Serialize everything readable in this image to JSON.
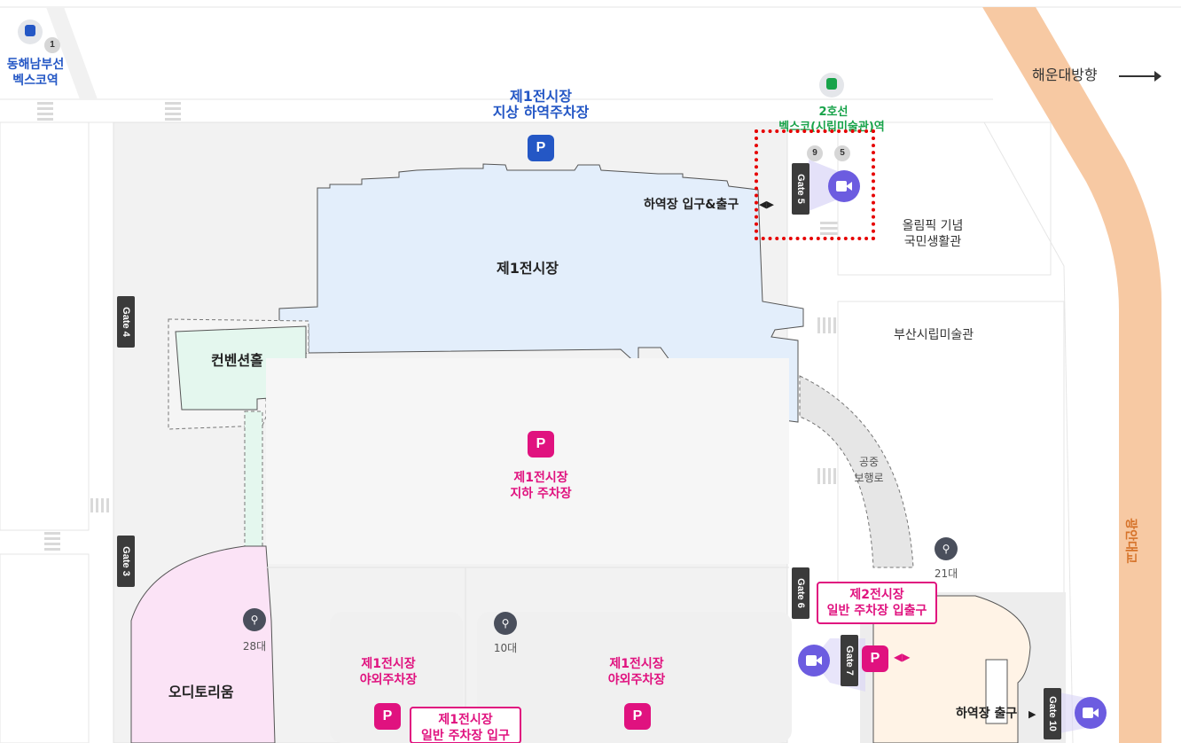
{
  "labels": {
    "station_1": "동해남부선\n벡스코역",
    "station_1_num": "1",
    "station_2_line": "2호선",
    "station_2_name": "벡스코(시립미술관)역",
    "station_2_num_a": "9",
    "station_2_num_b": "5",
    "direction": "해운대방향",
    "road": "광안대교",
    "parking_ground": "제1전시장\n지상 하역주차장",
    "hall1": "제1전시장",
    "convention": "컨벤션홀",
    "olympic": "올림픽 기념\n국민생활관",
    "museum": "부산시립미술관",
    "walkway": "공중\n보행로",
    "parking_underground": "제1전시장\n지하 주차장",
    "loading_entry": "하역장 입구&출구",
    "loading_exit": "하역장 출구",
    "hall2_parking_entry": "제2전시장\n일반 주차장 입출구",
    "outdoor_parking_a": "제1전시장\n야외주차장",
    "outdoor_parking_b": "제1전시장\n야외주차장",
    "general_parking_entry": "제1전시장\n일반 주차장 입구",
    "auditorium": "오디토리움",
    "bike_28": "28대",
    "bike_10": "10대",
    "bike_21": "21대",
    "p": "P"
  },
  "gates": {
    "gate3": "Gate 3",
    "gate4": "Gate 4",
    "gate5": "Gate 5",
    "gate6": "Gate 6",
    "gate7": "Gate 7",
    "gate10": "Gate 10"
  },
  "colors": {
    "blue": "#2457c5",
    "pink": "#e0127f",
    "green": "#18a34a",
    "camera": "#6c5ce0",
    "highlight": "#e60000",
    "road": "#f7c9a3"
  },
  "icons": [
    "train-icon",
    "parking-icon",
    "camera-icon",
    "bicycle-icon",
    "arrow-right-icon"
  ]
}
